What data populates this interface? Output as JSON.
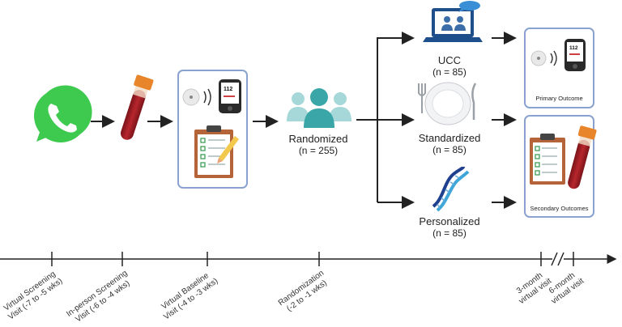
{
  "randomized": {
    "label": "Randomized",
    "n": "(n = 255)"
  },
  "arms": [
    {
      "name": "UCC",
      "n": "(n = 85)",
      "icon": "telehealth-laptop-icon"
    },
    {
      "name": "Standardized",
      "n": "(n = 85)",
      "icon": "plate-utensils-icon"
    },
    {
      "name": "Personalized",
      "n": "(n = 85)",
      "icon": "dna-icon"
    }
  ],
  "baseline_device": {
    "reading": "112"
  },
  "outcomes": {
    "primary": "Primary Outcome",
    "secondary": "Secondary Outcomes"
  },
  "timeline": [
    {
      "line1": "Virtual Screening",
      "line2": "Visit (-7 to -5 wks)"
    },
    {
      "line1": "In-person Screening",
      "line2": "Visit (-6 to -4 wks)"
    },
    {
      "line1": "Virtual Baseline",
      "line2": "Visit (-4 to -3 wks)"
    },
    {
      "line1": "Randomization",
      "line2": "(-2 to -1 wks)"
    },
    {
      "line1": "3-month",
      "line2": "virtual visit"
    },
    {
      "line1": "6-month",
      "line2": "virtual visit"
    }
  ],
  "colors": {
    "whatsapp": "#3ec94f",
    "box_border": "#8aa2cf",
    "people": "#3aa6a8",
    "tube_red": "#9e1f24",
    "tube_cap": "#e8852b",
    "clipboard": "#b5643a"
  }
}
